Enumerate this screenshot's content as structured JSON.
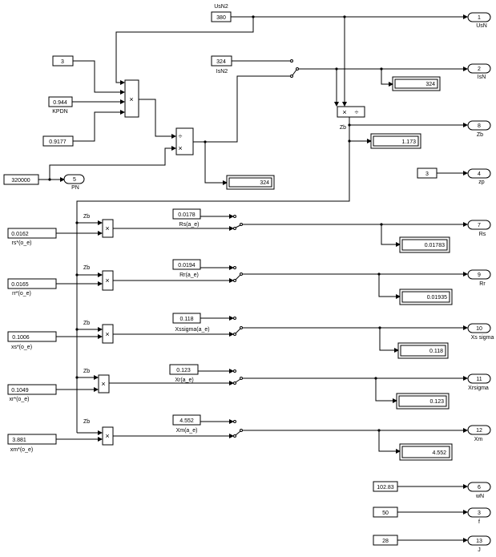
{
  "constants": {
    "usn2": {
      "value": "380",
      "label": "UsN2"
    },
    "three_a": {
      "value": "3"
    },
    "kpdn": {
      "value": "0.944",
      "label": "KPDN"
    },
    "cosphi": {
      "value": "0.9177"
    },
    "pn_src": {
      "value": "320000"
    },
    "isn2": {
      "value": "324",
      "label": "IsN2"
    },
    "zp_src": {
      "value": "3"
    },
    "rs_e": {
      "value": "0.0178",
      "label": "Rs(a_e)"
    },
    "rr_e": {
      "value": "0.0194",
      "label": "Rr(a_e)"
    },
    "xss_e": {
      "value": "0.118",
      "label": "Xssigma(a_e)"
    },
    "xr_e": {
      "value": "0.123",
      "label": "Xr(a_e)"
    },
    "xm_e": {
      "value": "4.552",
      "label": "Xm(a_e)"
    },
    "rs_pu": {
      "value": "0.0162",
      "label": "rs*(o_e)"
    },
    "rr_pu": {
      "value": "0.0165",
      "label": "rr*(o_e)"
    },
    "xs_pu": {
      "value": "0.1006",
      "label": "xs*(o_e)"
    },
    "xr_pu": {
      "value": "0.1049",
      "label": "xr*(o_e)"
    },
    "xm_pu": {
      "value": "3.881",
      "label": "xm*(o_e)"
    },
    "win": {
      "value": "102.83"
    },
    "f": {
      "value": "50"
    },
    "j": {
      "value": "28"
    }
  },
  "displays": {
    "pn": "324",
    "isn": "324",
    "zb": "1.173",
    "rs": "0.01783",
    "rr": "0.01935",
    "xss": "0.118",
    "xr": "0.123",
    "xm": "4.552"
  },
  "outports": [
    {
      "num": "1",
      "label": "UsN"
    },
    {
      "num": "2",
      "label": "IsN"
    },
    {
      "num": "8",
      "label": "Zb"
    },
    {
      "num": "4",
      "label": "zp"
    },
    {
      "num": "5",
      "label": "PN"
    },
    {
      "num": "7",
      "label": "Rs"
    },
    {
      "num": "9",
      "label": "Rr"
    },
    {
      "num": "10",
      "label": "Xs sigma"
    },
    {
      "num": "11",
      "label": "Xrsigma"
    },
    {
      "num": "12",
      "label": "Xm"
    },
    {
      "num": "6",
      "label": "wN"
    },
    {
      "num": "3",
      "label": "f"
    },
    {
      "num": "13",
      "label": "J"
    }
  ],
  "signal_labels": {
    "zb": "Zb"
  },
  "operators": {
    "mult": "×",
    "div": "÷"
  }
}
